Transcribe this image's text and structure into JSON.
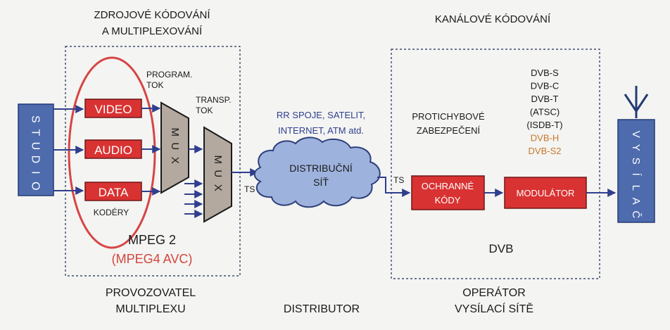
{
  "headings": {
    "source_coding_line1": "ZDROJOVÉ KÓDOVÁNÍ",
    "source_coding_line2": "A MULTIPLEXOVÁNÍ",
    "channel_coding": "KANÁLOVÉ KÓDOVÁNÍ"
  },
  "studio": {
    "letters": [
      "S",
      "T",
      "U",
      "D",
      "I",
      "O"
    ]
  },
  "encoders": {
    "video": "VIDEO",
    "audio": "AUDIO",
    "data": "DATA",
    "caption": "KODÉRY"
  },
  "program_stream": {
    "line1": "PROGRAM.",
    "line2": "TOK"
  },
  "transport_stream": {
    "line1": "TRANSP.",
    "line2": "TOK"
  },
  "mux1": {
    "letters": [
      "M",
      "U",
      "X"
    ]
  },
  "mux2": {
    "letters": [
      "M",
      "U",
      "X"
    ]
  },
  "ts_label_1": "TS",
  "ts_label_2": "TS",
  "mpeg": {
    "main": "MPEG 2",
    "alt": "(MPEG4 AVC)"
  },
  "links": {
    "line1": "RR SPOJE, SATELIT,",
    "line2": "INTERNET, ATM atd."
  },
  "network": {
    "line1": "DISTRIBUČNÍ",
    "line2": "SÍŤ"
  },
  "error_protection": {
    "line1": "PROTICHYBOVÉ",
    "line2": "ZABEZPEČENÍ"
  },
  "standards": [
    "DVB-S",
    "DVB-C",
    "DVB-T",
    "(ATSC)",
    "(ISDB-T)",
    "DVB-H",
    "DVB-S2"
  ],
  "protection_codes": {
    "line1": "OCHRANNÉ",
    "line2": "KÓDY"
  },
  "modulator": "MODULÁTOR",
  "dvb": "DVB",
  "transmitter": {
    "letters": [
      "V",
      "Y",
      "S",
      "Í",
      "L",
      "A",
      "Č"
    ]
  },
  "footer": {
    "operator_line1": "PROVOZOVATEL",
    "operator_line2": "MULTIPLEXU",
    "distributor": "DISTRIBUTOR",
    "network_operator_line1": "OPERÁTOR",
    "network_operator_line2": "VYSÍLACÍ SÍTĚ"
  },
  "colors": {
    "blue_box": "#4d6bad",
    "red_box": "#d93232",
    "red_text": "#d2453f",
    "orange_text": "#c8772a",
    "blue_text": "#2f3f8e",
    "mux_fill": "#b3a99f",
    "cloud_fill": "#9db3dd"
  }
}
